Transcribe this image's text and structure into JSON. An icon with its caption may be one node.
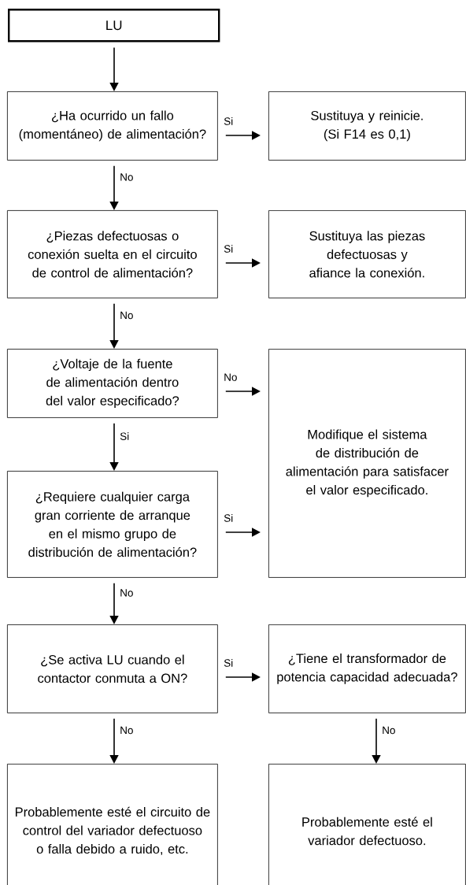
{
  "diagram": {
    "nodes": [
      {
        "text": [
          "LU"
        ]
      },
      {
        "text": [
          "¿Ha ocurrido un fallo (momentáneo) de alimentación?"
        ]
      },
      {
        "text": [
          "Sustituya y reinicie. (Si F14 es 0,1)"
        ]
      },
      {
        "text": [
          "¿Piezas defectuosas o conexión suelta en el circuito de control de alimentación?"
        ]
      },
      {
        "text": [
          "Sustituya las piezas defectuosas y afiance la conexión."
        ]
      },
      {
        "text": [
          "¿Voltaje de la fuente de alimentación dentro del valor especificado?"
        ]
      },
      {
        "text": [
          "¿Requiere cualquier carga gran corriente de arranque en el mismo grupo de distribución de alimentación?"
        ]
      },
      {
        "text": [
          "Modifique el sistema de distribución de alimentación para satisfacer el valor especificado."
        ]
      },
      {
        "text": [
          "¿Se activa LU cuando el contactor conmuta a ON?"
        ]
      },
      {
        "text": [
          "¿Tiene el transformador de potencia capacidad adecuada?"
        ]
      },
      {
        "text": [
          "Probablemente esté el circuito de control del variador defectuoso o falla debido a ruido, etc."
        ]
      },
      {
        "text": [
          "Probablemente esté el variador defectuoso."
        ]
      }
    ],
    "edges": [
      {
        "from": 0,
        "to": 1,
        "arrow": "to"
      },
      {
        "from": 1,
        "to": 2,
        "arrow": "to",
        "label": "Si"
      },
      {
        "from": 1,
        "to": 3,
        "arrow": "to",
        "label": "No"
      },
      {
        "from": 3,
        "to": 4,
        "arrow": "to",
        "label": "Si"
      },
      {
        "from": 3,
        "to": 5,
        "arrow": "to",
        "label": "No"
      },
      {
        "from": 5,
        "to": 7,
        "arrow": "to",
        "label": "No"
      },
      {
        "from": 5,
        "to": 6,
        "arrow": "to",
        "label": "Si"
      },
      {
        "from": 6,
        "to": 7,
        "arrow": "to",
        "label": "Si"
      },
      {
        "from": 6,
        "to": 8,
        "arrow": "to",
        "label": "No"
      },
      {
        "from": 8,
        "to": 9,
        "arrow": "to",
        "label": "Si"
      },
      {
        "from": 8,
        "to": 10,
        "arrow": "to",
        "label": "No"
      },
      {
        "from": 9,
        "to": 11,
        "arrow": "to",
        "label": "No"
      }
    ]
  }
}
